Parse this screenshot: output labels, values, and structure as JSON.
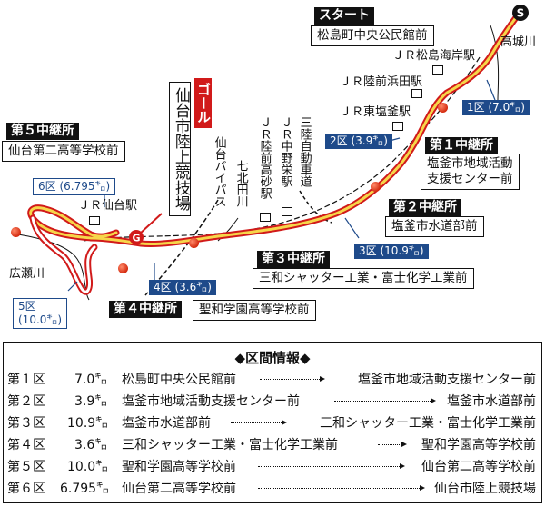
{
  "start": {
    "tag": "スタート",
    "name": "松島町中央公民館前",
    "marker": "S"
  },
  "goal": {
    "tag": "ゴール",
    "name": "仙台市陸上競技場",
    "marker": "G"
  },
  "relays": [
    {
      "tag": "第１中継所",
      "name": [
        "塩釜市地域活動",
        "支援センター前"
      ]
    },
    {
      "tag": "第２中継所",
      "name": [
        "塩釜市水道部前"
      ]
    },
    {
      "tag": "第３中継所",
      "name": [
        "三和シャッター工業・富士化学工業前"
      ]
    },
    {
      "tag": "第４中継所",
      "name": [
        "聖和学園高等学校前"
      ]
    },
    {
      "tag": "第５中継所",
      "name": [
        "仙台第二高等学校前"
      ]
    }
  ],
  "map_sections": [
    {
      "id": "1",
      "label": "1区 (7.0㌔)"
    },
    {
      "id": "2",
      "label": "2区 (3.9㌔)"
    },
    {
      "id": "3",
      "label": "3区 (10.9㌔)"
    },
    {
      "id": "4",
      "label": "4区 (3.6㌔)"
    },
    {
      "id": "5a",
      "label": "5区"
    },
    {
      "id": "5b",
      "label": "(10.0㌔)"
    },
    {
      "id": "6",
      "label": "6区 (6.795㌔)"
    }
  ],
  "stations": [
    "ＪＲ松島海岸駅",
    "ＪＲ陸前浜田駅",
    "ＪＲ東塩釜駅",
    "ＪＲ仙台駅",
    "ＪＲ陸前高砂駅",
    "ＪＲ中野栄駅"
  ],
  "features": {
    "takagi": "高城川",
    "hirose": "広瀬川",
    "nanakita": "七北田川",
    "bypass": "仙台バイパス",
    "sanriku": "三陸自動車道"
  },
  "colors": {
    "route": "#d11a1a",
    "route_inner": "#f6d64a",
    "section": "#1e4a8a",
    "relay": "#d42b10"
  },
  "info": {
    "title": "◆区間情報◆",
    "rows": [
      {
        "leg": "第１区",
        "dist": "7.0㌔",
        "from": "松島町中央公民館前",
        "to": "塩釜市地域活動支援センター前"
      },
      {
        "leg": "第２区",
        "dist": "3.9㌔",
        "from": "塩釜市地域活動支援センター前",
        "to": "塩釜市水道部前"
      },
      {
        "leg": "第３区",
        "dist": "10.9㌔",
        "from": "塩釜市水道部前",
        "to": "三和シャッター工業・富士化学工業前"
      },
      {
        "leg": "第４区",
        "dist": "3.6㌔",
        "from": "三和シャッター工業・富士化学工業前",
        "to": "聖和学園高等学校前"
      },
      {
        "leg": "第５区",
        "dist": "10.0㌔",
        "from": "聖和学園高等学校前",
        "to": "仙台第二高等学校前"
      },
      {
        "leg": "第６区",
        "dist": "6.795㌔",
        "from": "仙台第二高等学校前",
        "to": "仙台市陸上競技場"
      }
    ]
  }
}
